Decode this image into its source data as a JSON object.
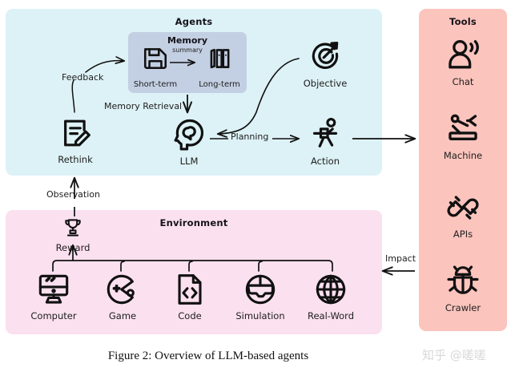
{
  "figure": {
    "caption": "Figure 2: Overview of LLM-based agents",
    "watermark": "知乎 @嗟嗟"
  },
  "colors": {
    "agents_bg": "#ddf2f6",
    "environment_bg": "#fbe0ef",
    "tools_bg": "#fbc4bd",
    "memory_bg": "#c3cfe2",
    "stroke": "#111111",
    "text": "#202020",
    "watermark": "#d8d8d8"
  },
  "agents": {
    "title": "Agents",
    "memory": {
      "title": "Memory",
      "summary_label": "summary",
      "short_term": {
        "label": "Short-term",
        "icon": "floppy-disk-icon"
      },
      "long_term": {
        "label": "Long-term",
        "icon": "archive-books-icon"
      }
    },
    "nodes": [
      {
        "id": "rethink",
        "label": "Rethink",
        "icon": "document-pencil-icon"
      },
      {
        "id": "llm",
        "label": "LLM",
        "icon": "head-brain-icon"
      },
      {
        "id": "objective",
        "label": "Objective",
        "icon": "target-arrow-icon"
      },
      {
        "id": "action",
        "label": "Action",
        "icon": "running-person-icon"
      }
    ],
    "edges": [
      {
        "id": "feedback",
        "label": "Feedback"
      },
      {
        "id": "memory-retrieval",
        "label": "Memory Retrieval"
      },
      {
        "id": "planning",
        "label": "Planning"
      }
    ]
  },
  "environment": {
    "title": "Environment",
    "reward": {
      "label": "Reward",
      "icon": "trophy-icon"
    },
    "items": [
      {
        "id": "computer",
        "label": "Computer",
        "icon": "desktop-monitor-icon"
      },
      {
        "id": "game",
        "label": "Game",
        "icon": "pacman-game-icon"
      },
      {
        "id": "code",
        "label": "Code",
        "icon": "code-file-icon"
      },
      {
        "id": "simulation",
        "label": "Simulation",
        "icon": "vr-headset-icon"
      },
      {
        "id": "real-word",
        "label": "Real-Word",
        "icon": "globe-icon"
      }
    ]
  },
  "tools": {
    "title": "Tools",
    "items": [
      {
        "id": "chat",
        "label": "Chat",
        "icon": "person-speaking-icon"
      },
      {
        "id": "machine",
        "label": "Machine",
        "icon": "robot-arm-icon"
      },
      {
        "id": "apis",
        "label": "APIs",
        "icon": "plug-connector-icon"
      },
      {
        "id": "crawler",
        "label": "Crawler",
        "icon": "bug-icon"
      }
    ]
  },
  "cross_edges": [
    {
      "id": "observation",
      "label": "Observation"
    },
    {
      "id": "impact",
      "label": "Impact"
    }
  ]
}
